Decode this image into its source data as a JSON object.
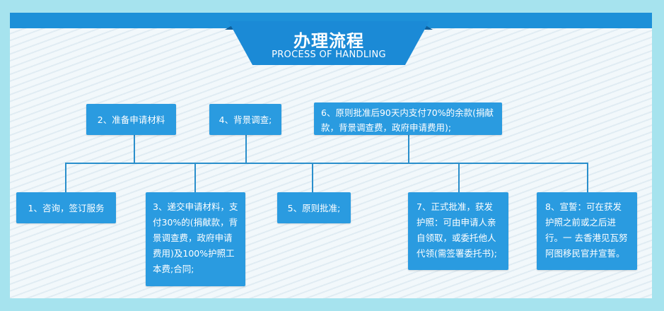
{
  "header": {
    "title_cn": "办理流程",
    "title_en": "PROCESS OF HANDLING"
  },
  "steps": {
    "step1": "1、咨询，签订服务",
    "step2": "2、准备申请材料",
    "step3": "3、递交申请材料，支付30%的(捐献款，背景调查费，政府申请费用)及100%护照工本费;合同;",
    "step4": "4、背景调查;",
    "step5": "5、原则批准;",
    "step6": "6、原则批准后90天内支付70%的余款(捐献款，背景调查费，政府申请费用);",
    "step7": "7、正式批准，获发护照：可由申请人亲自领取，或委托他人代领(需签署委托书);",
    "step8": "8、宣誓：可在获发护照之前或之后进行。一 去香港见瓦努阿图移民官并宣誓。"
  },
  "colors": {
    "background": "#a6e3ee",
    "accent": "#1d90d8",
    "box": "#2a9be0",
    "connector": "#2a8fcc"
  }
}
